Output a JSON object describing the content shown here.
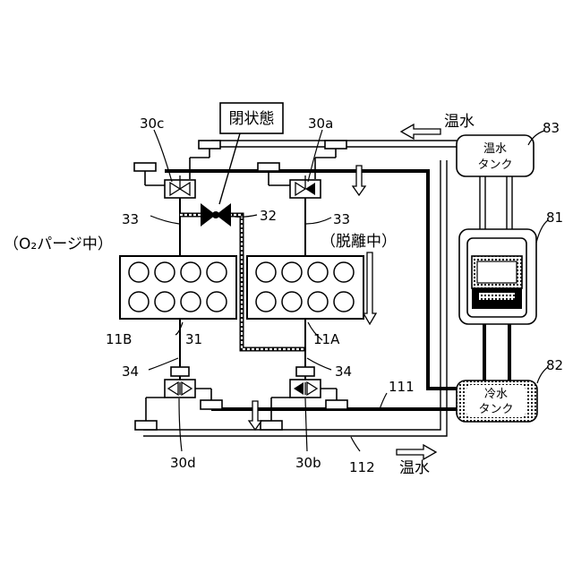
{
  "labels": {
    "valve_30c": "30c",
    "valve_30a": "30a",
    "valve_30d": "30d",
    "valve_30b": "30b",
    "pipe_33_left": "33",
    "pipe_33_right": "33",
    "pipe_34_left": "34",
    "pipe_34_right": "34",
    "valve_32": "32",
    "pipe_31": "31",
    "adsorber_left": "11B",
    "adsorber_right": "11A",
    "line_111": "111",
    "line_112": "112",
    "tank_83": "83",
    "tank_81": "81",
    "tank_82": "82"
  },
  "callouts": {
    "closed_state": "閉状態",
    "hot_water_top": "温水",
    "hot_water_bottom": "温水",
    "desorbing": "（脱離中）",
    "o2_purge": "（O₂パージ中）"
  },
  "tanks": {
    "hot_tank_line1": "温水",
    "hot_tank_line2": "タンク",
    "cold_tank_line1": "冷水",
    "cold_tank_line2": "タンク"
  }
}
